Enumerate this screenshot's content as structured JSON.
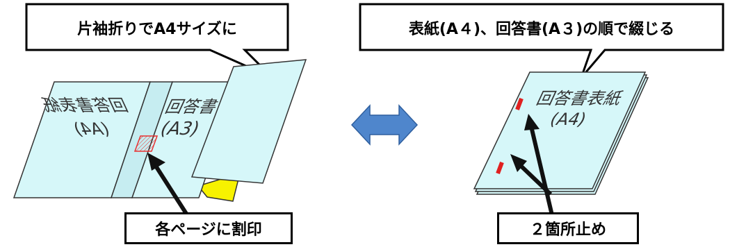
{
  "left_callout": {
    "text": "片袖折りでA4サイズに"
  },
  "right_callout": {
    "text": "表紙(A４)、回答書(A３)の順で綴じる"
  },
  "left_sheet": {
    "cover_title": "回答書表紙",
    "cover_size": "(A4)",
    "answer_title": "回答書",
    "answer_size": "(A3)"
  },
  "right_booklet": {
    "title": "回答書表紙",
    "size": "(A4)"
  },
  "bottom_left_label": "各ページに割印",
  "bottom_right_label": "２箇所止め",
  "colors": {
    "paper_fill": "#d6f7f9",
    "paper_stroke": "#333333",
    "fold_yellow": "#f7f200",
    "arrow_blue": "#4f86cc",
    "staple_red": "#e02020",
    "stamp_red": "#e83030"
  }
}
